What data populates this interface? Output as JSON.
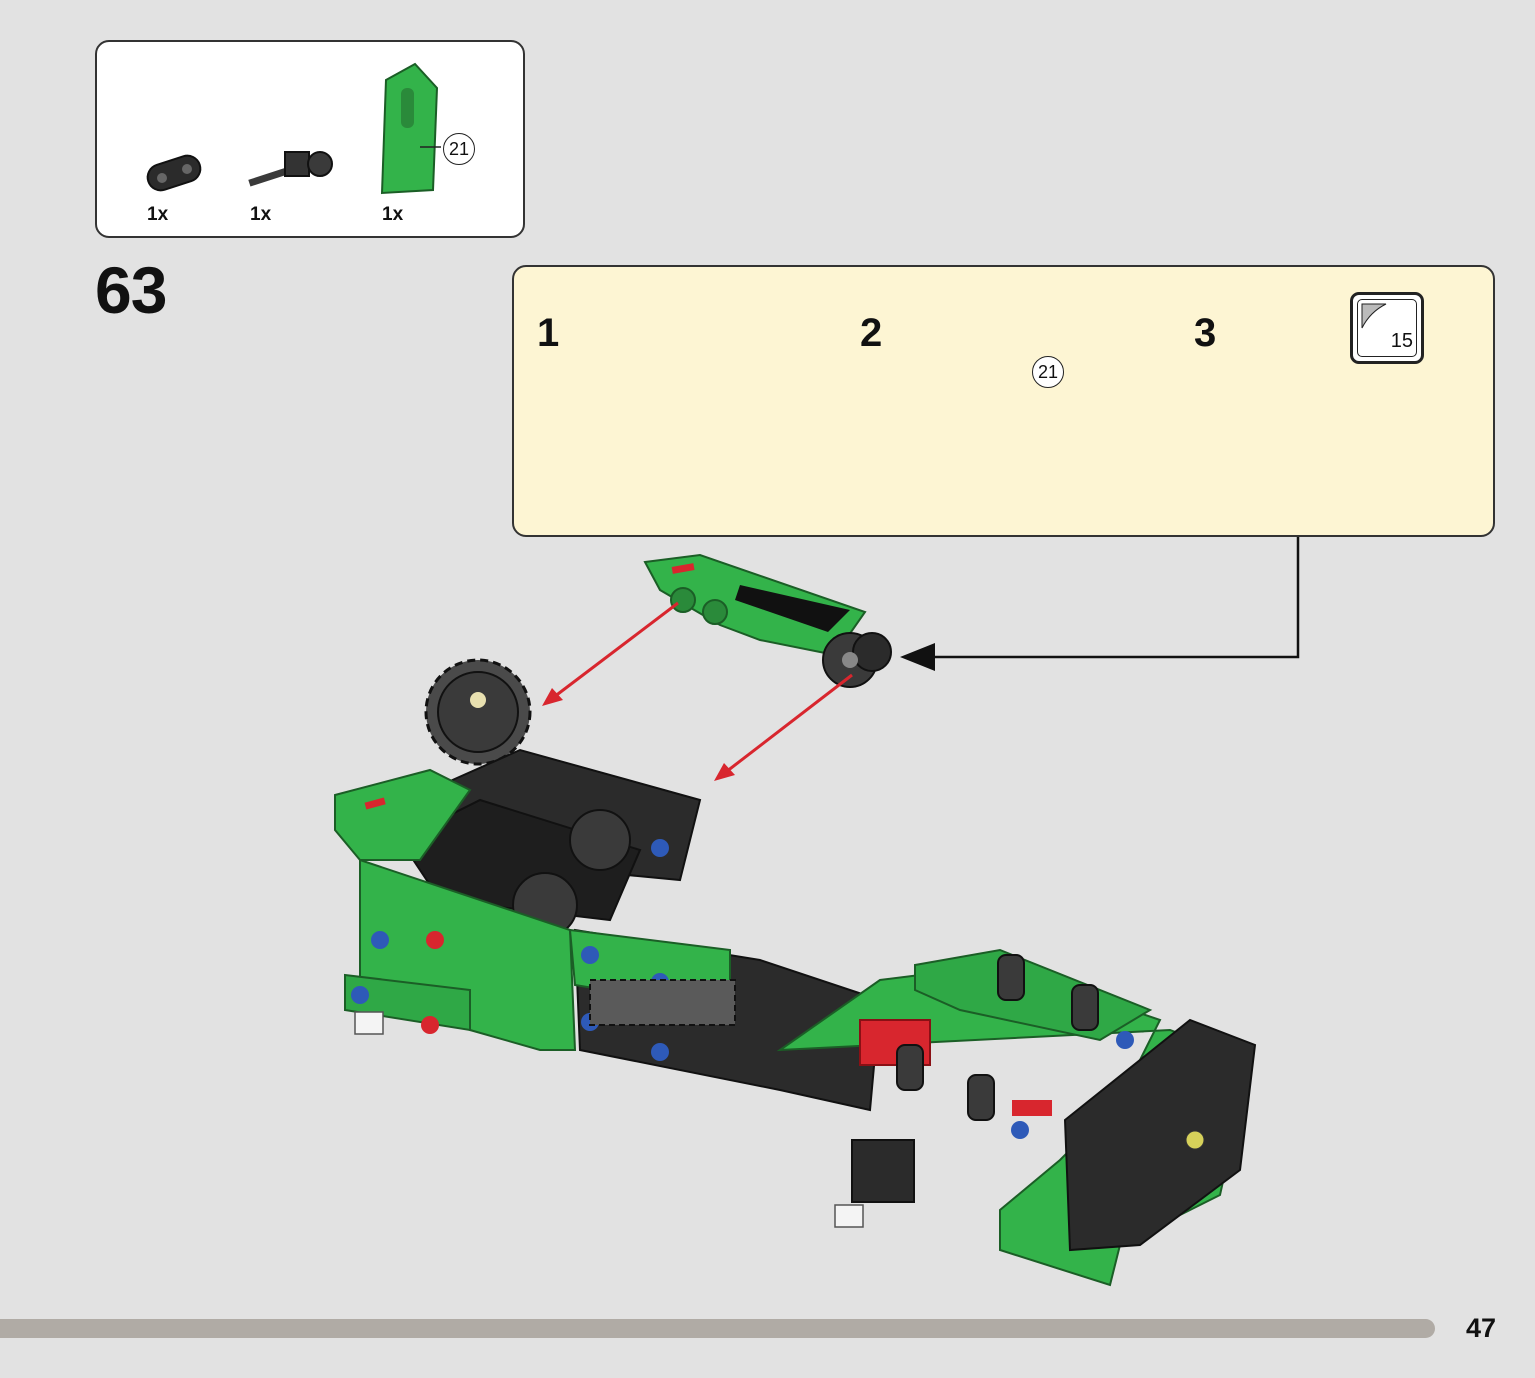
{
  "step": {
    "number": "63"
  },
  "parts_list": {
    "items": [
      {
        "icon": "connector-beam-icon",
        "quantity": "1x"
      },
      {
        "icon": "axle-connector-icon",
        "quantity": "1x"
      },
      {
        "icon": "green-panel-icon",
        "quantity": "1x",
        "callout": "21"
      }
    ]
  },
  "sub_assembly": {
    "steps": [
      {
        "number": "1"
      },
      {
        "number": "2",
        "callout": "21"
      },
      {
        "number": "3",
        "sticker": "15"
      }
    ]
  },
  "colors": {
    "green": "#33b34a",
    "black": "#2b2b2b",
    "arrow_red": "#d8262e",
    "panel_bg": "#fdf5d3",
    "page_bg": "#e2e2e2"
  },
  "footer": {
    "page_number": "47"
  }
}
